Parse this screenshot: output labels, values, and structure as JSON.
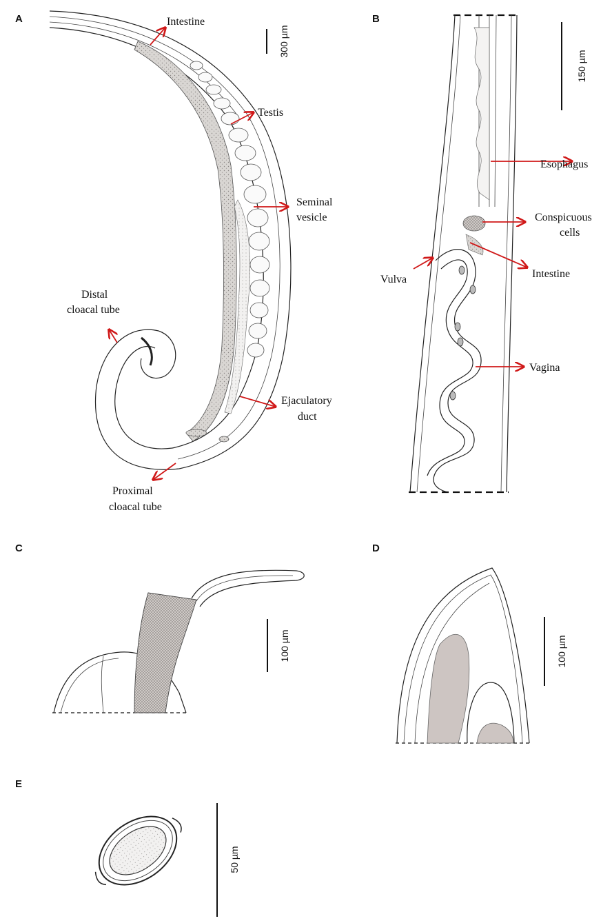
{
  "figure": {
    "panels": [
      {
        "id": "A",
        "letter": "A",
        "scale_bar": "300 µm",
        "labels": [
          {
            "key": "intestine",
            "text": [
              "Intestine"
            ]
          },
          {
            "key": "testis",
            "text": [
              "Testis"
            ]
          },
          {
            "key": "seminal-vesicle",
            "text": [
              "Seminal",
              "vesicle"
            ]
          },
          {
            "key": "distal-cloacal-tube",
            "text": [
              "Distal",
              "cloacal tube"
            ]
          },
          {
            "key": "ejaculatory-duct",
            "text": [
              "Ejaculatory",
              "duct"
            ]
          },
          {
            "key": "proximal-cloacal-tube",
            "text": [
              "Proximal",
              "cloacal tube"
            ]
          }
        ]
      },
      {
        "id": "B",
        "letter": "B",
        "scale_bar": "150 µm",
        "labels": [
          {
            "key": "esophagus",
            "text": [
              "Esophagus"
            ]
          },
          {
            "key": "conspicuous-cells",
            "text": [
              "Conspicuous",
              "cells"
            ]
          },
          {
            "key": "vulva",
            "text": [
              "Vulva"
            ]
          },
          {
            "key": "intestine",
            "text": [
              "Intestine"
            ]
          },
          {
            "key": "vagina",
            "text": [
              "Vagina"
            ]
          }
        ]
      },
      {
        "id": "C",
        "letter": "C",
        "scale_bar": "100 µm",
        "labels": []
      },
      {
        "id": "D",
        "letter": "D",
        "scale_bar": "100 µm",
        "labels": []
      },
      {
        "id": "E",
        "letter": "E",
        "scale_bar": "50 µm",
        "labels": []
      }
    ],
    "colors": {
      "arrow": "#d01818",
      "tissue_fill": "#cfcbc8",
      "outline": "#222222"
    }
  }
}
